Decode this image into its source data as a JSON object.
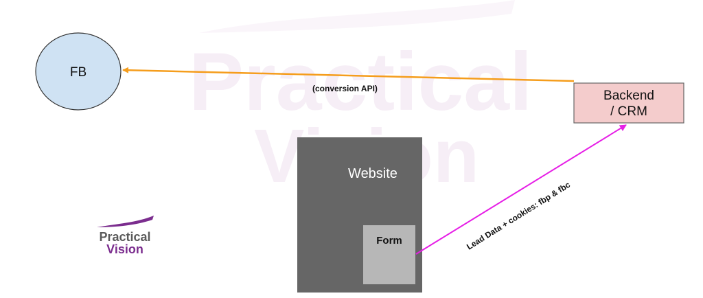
{
  "watermark": {
    "line1": "Practical",
    "line2": "Vision"
  },
  "nodes": {
    "fb": {
      "label": "FB"
    },
    "backend": {
      "line1": "Backend",
      "line2": "/ CRM"
    },
    "website": {
      "label": "Website"
    },
    "form": {
      "label": "Form"
    }
  },
  "edges": {
    "conversion_api": {
      "label": "(conversion API)",
      "color": "#f59d1c"
    },
    "lead_data": {
      "label": "Lead Data + cookies: fbp & fbc",
      "color": "#e61ee6"
    }
  },
  "logo": {
    "line1": "Practical",
    "line2": "Vision"
  },
  "colors": {
    "fb_fill": "#cfe2f3",
    "backend_fill": "#f4cccc",
    "website_fill": "#666666",
    "form_fill": "#b7b7b7",
    "brand_purple": "#7b2d8e"
  }
}
